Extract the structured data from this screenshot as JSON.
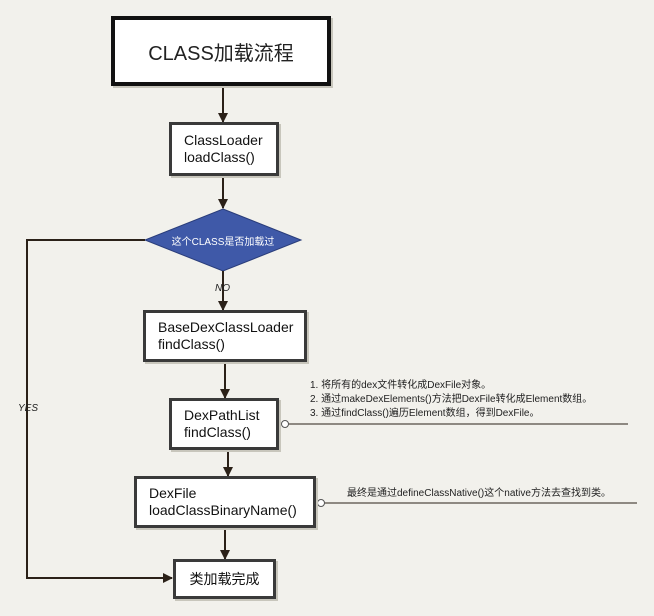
{
  "title": "CLASS加载流程",
  "nodes": {
    "classloader": {
      "line1": "ClassLoader",
      "line2": "loadClass()"
    },
    "decision": "这个CLASS是否加载过",
    "basedex": {
      "line1": "BaseDexClassLoader",
      "line2": "findClass()"
    },
    "dexpathlist": {
      "line1": "DexPathList",
      "line2": "findClass()"
    },
    "dexfile": {
      "line1": "DexFile",
      "line2": "loadClassBinaryName()"
    },
    "finish": "类加载完成"
  },
  "edge_labels": {
    "no": "NO",
    "yes": "YES"
  },
  "notes": {
    "dexpathlist": [
      "1. 将所有的dex文件转化成DexFile对象。",
      "2. 通过makeDexElements()方法把DexFile转化成Element数组。",
      "3. 通过findClass()遍历Element数组，得到DexFile。"
    ],
    "dexfile": "最终是通过defineClassNative()这个native方法去查找到类。"
  },
  "colors": {
    "background": "#f2f1ec",
    "decision_fill": "#3f59a8",
    "line": "#2b2118"
  }
}
